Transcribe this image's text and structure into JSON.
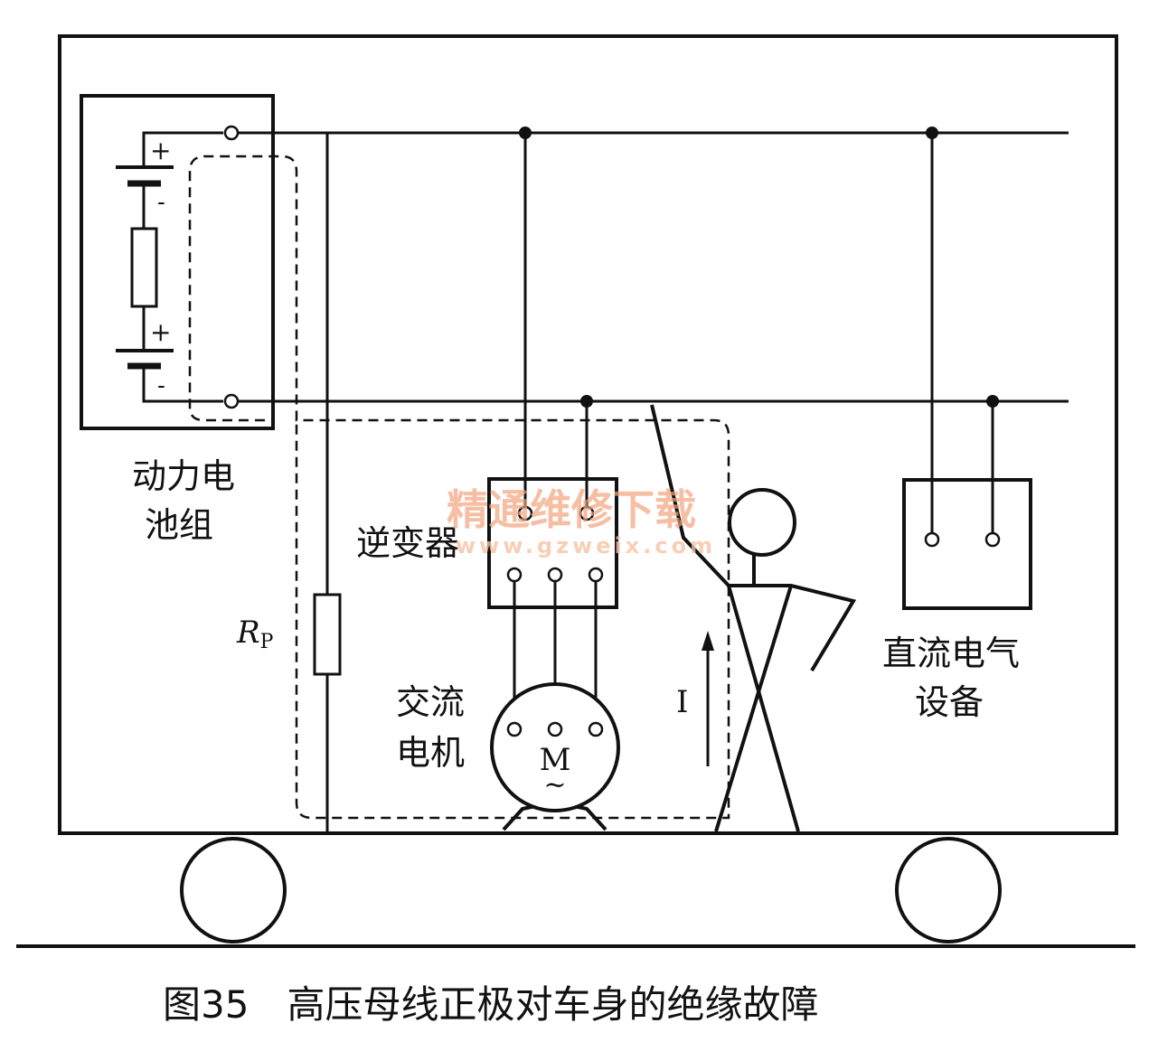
{
  "diagram": {
    "labels": {
      "battery_line1": "动力电",
      "battery_line2": "池组",
      "inverter": "逆变器",
      "motor_line1": "交流",
      "motor_line2": "电机",
      "motor_symbol": "M",
      "motor_tilde": "~",
      "resistor_r": "R",
      "resistor_sub": "P",
      "current": "I",
      "dc_line1": "直流电气",
      "dc_line2": "设备",
      "plus": "+",
      "minus": "-"
    },
    "caption": "图35　高压母线正极对车身的绝缘故障",
    "watermark": {
      "title": "精通维修下载",
      "url": "www.gzweix.com",
      "title_color": "#f2a27a",
      "url_color": "#f6c3a4"
    }
  }
}
